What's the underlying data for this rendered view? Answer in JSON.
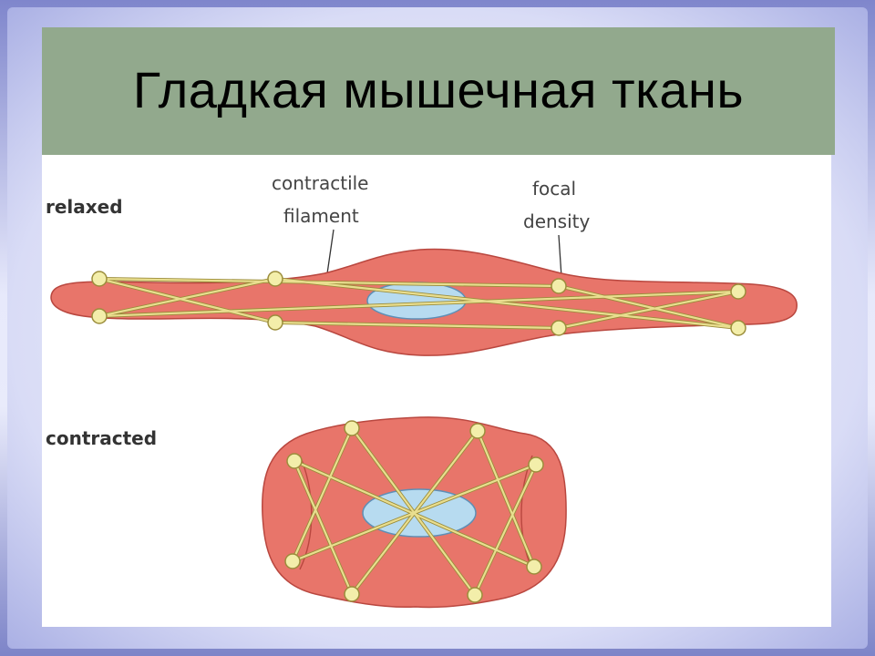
{
  "slide": {
    "title": "Гладкая мышечная ткань"
  },
  "diagram": {
    "labels": {
      "relaxed": "relaxed",
      "contracted": "contracted",
      "contractile_line1": "contractile",
      "contractile_line2": "filament",
      "focal_line1": "focal",
      "focal_line2": "density"
    },
    "colors": {
      "cell_fill": "#e8756a",
      "cell_stroke": "#b9473f",
      "nucleus_fill": "#b7dbf0",
      "nucleus_stroke": "#5e8fb6",
      "filament": "#e9de8f",
      "filament_stroke": "#9b8d3b",
      "density_fill": "#f3eeaa",
      "label_text": "#333333"
    }
  }
}
